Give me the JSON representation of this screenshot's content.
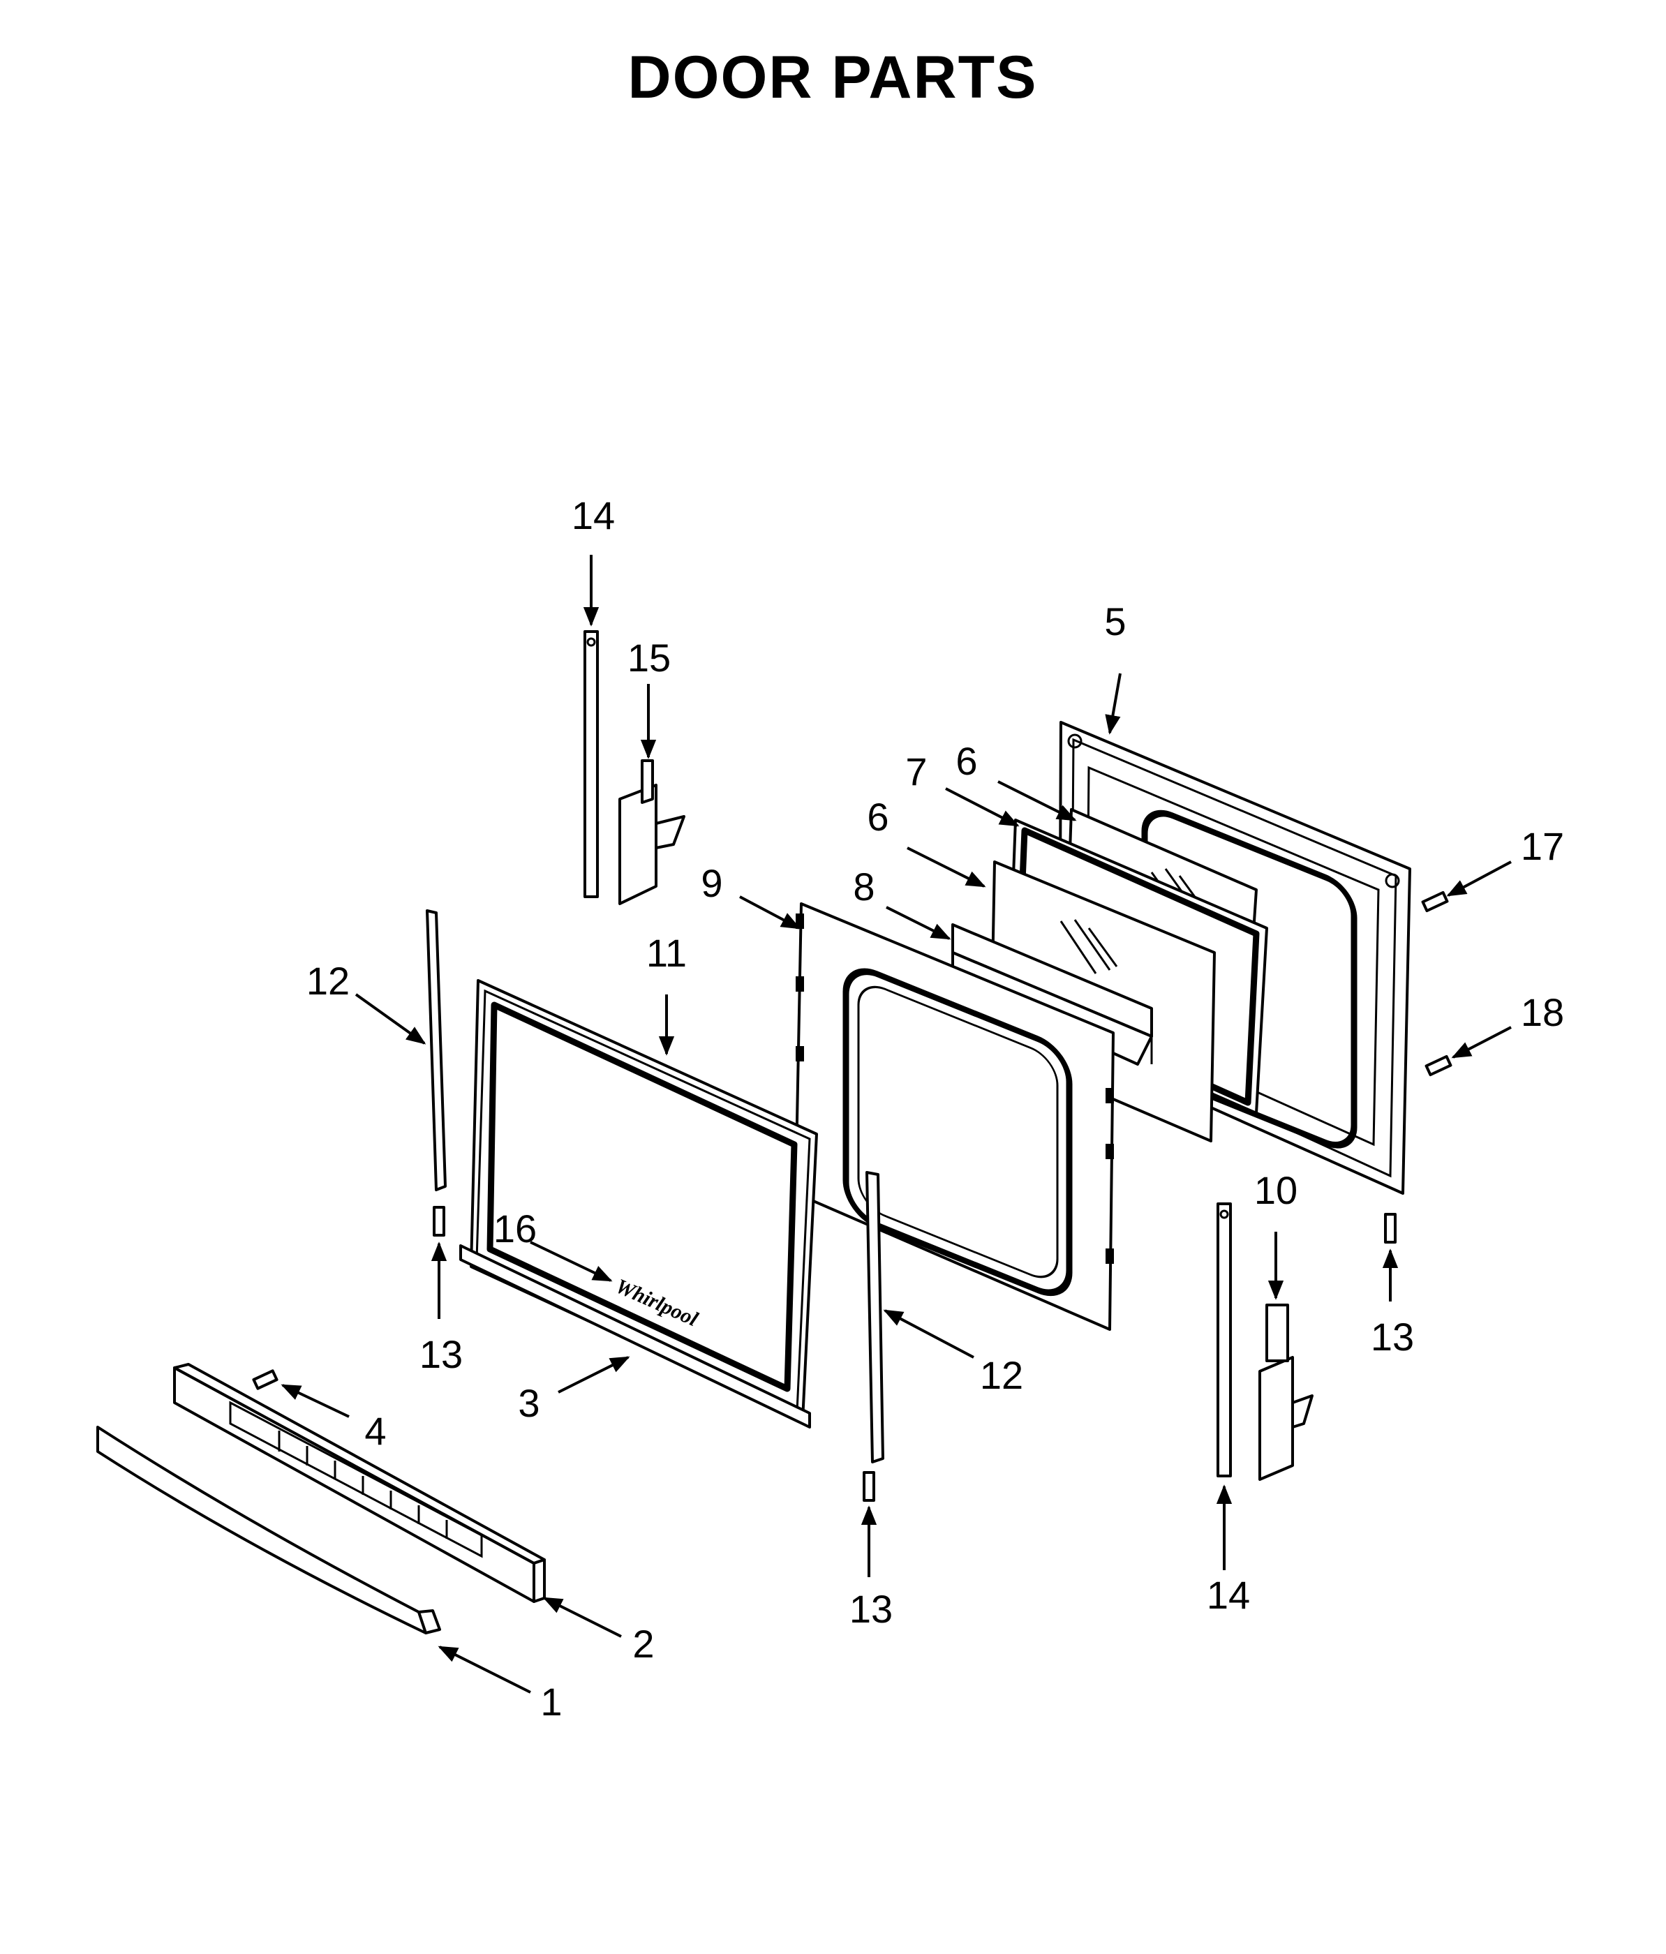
{
  "title": "DOOR PARTS",
  "brand_logo": "Whirlpool",
  "callouts": [
    {
      "id": "c1",
      "label": "1"
    },
    {
      "id": "c2",
      "label": "2"
    },
    {
      "id": "c3",
      "label": "3"
    },
    {
      "id": "c4",
      "label": "4"
    },
    {
      "id": "c5",
      "label": "5"
    },
    {
      "id": "c6a",
      "label": "6"
    },
    {
      "id": "c6b",
      "label": "6"
    },
    {
      "id": "c7",
      "label": "7"
    },
    {
      "id": "c8",
      "label": "8"
    },
    {
      "id": "c9",
      "label": "9"
    },
    {
      "id": "c10",
      "label": "10"
    },
    {
      "id": "c11",
      "label": "11"
    },
    {
      "id": "c12a",
      "label": "12"
    },
    {
      "id": "c12b",
      "label": "12"
    },
    {
      "id": "c13a",
      "label": "13"
    },
    {
      "id": "c13b",
      "label": "13"
    },
    {
      "id": "c13c",
      "label": "13"
    },
    {
      "id": "c14a",
      "label": "14"
    },
    {
      "id": "c14b",
      "label": "14"
    },
    {
      "id": "c15",
      "label": "15"
    },
    {
      "id": "c16",
      "label": "16"
    },
    {
      "id": "c17",
      "label": "17"
    },
    {
      "id": "c18",
      "label": "18"
    }
  ]
}
